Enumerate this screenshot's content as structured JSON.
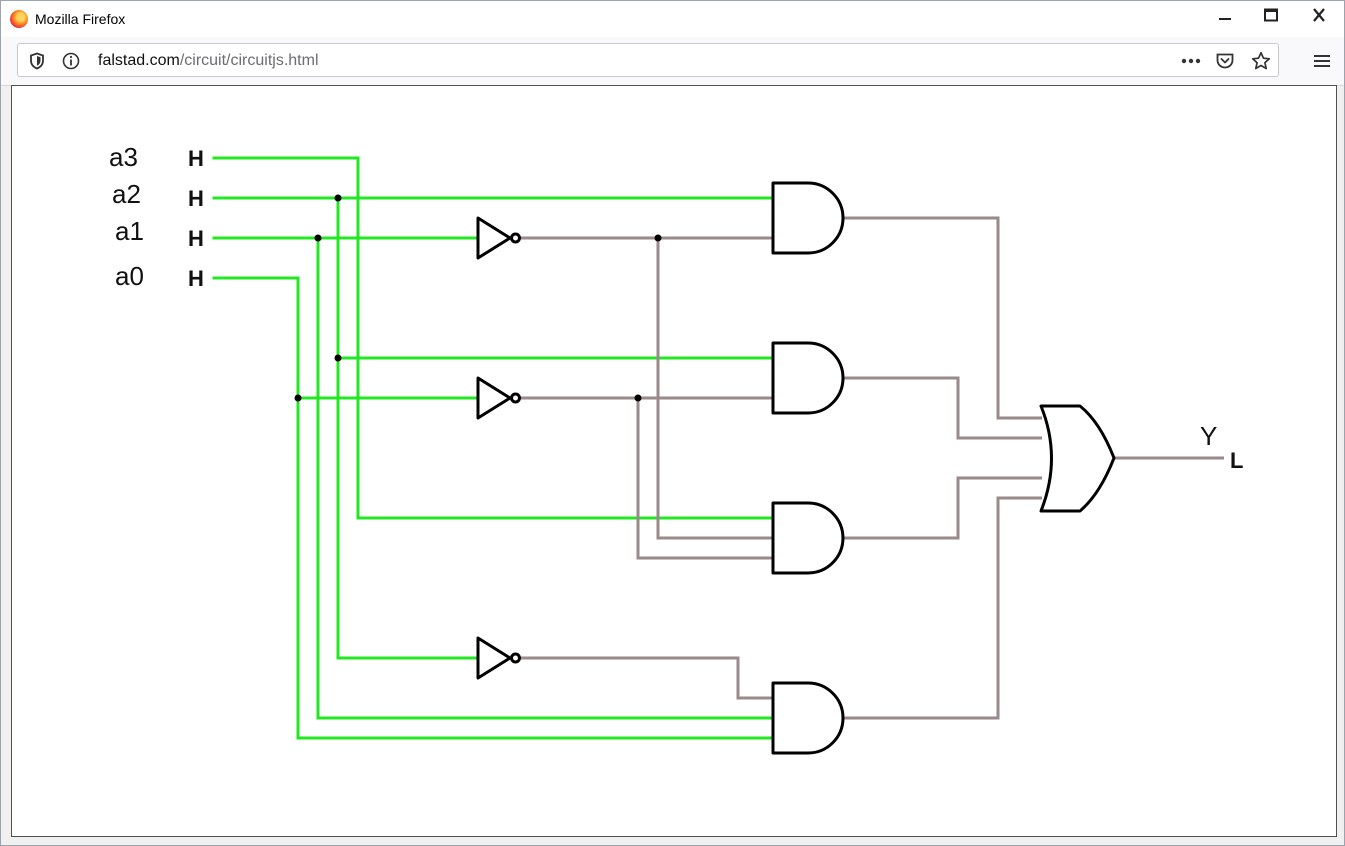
{
  "window": {
    "title": "Mozilla Firefox",
    "controls": [
      "minimize-icon",
      "maximize-icon",
      "close-icon"
    ]
  },
  "navbar": {
    "url_host": "falstad.com",
    "url_path": "/circuit/circuitjs.html",
    "icons": [
      "shield-icon",
      "info-icon",
      "more-icon",
      "pocket-icon",
      "star-icon",
      "menu-icon"
    ]
  },
  "circuit": {
    "inputs": [
      {
        "name": "a3",
        "state": "H"
      },
      {
        "name": "a2",
        "state": "H"
      },
      {
        "name": "a1",
        "state": "H"
      },
      {
        "name": "a0",
        "state": "H"
      }
    ],
    "output": {
      "name": "Y",
      "state": "L"
    },
    "colors": {
      "high": "#22e822",
      "low": "#9a8a8a",
      "gate": "#000000"
    }
  }
}
